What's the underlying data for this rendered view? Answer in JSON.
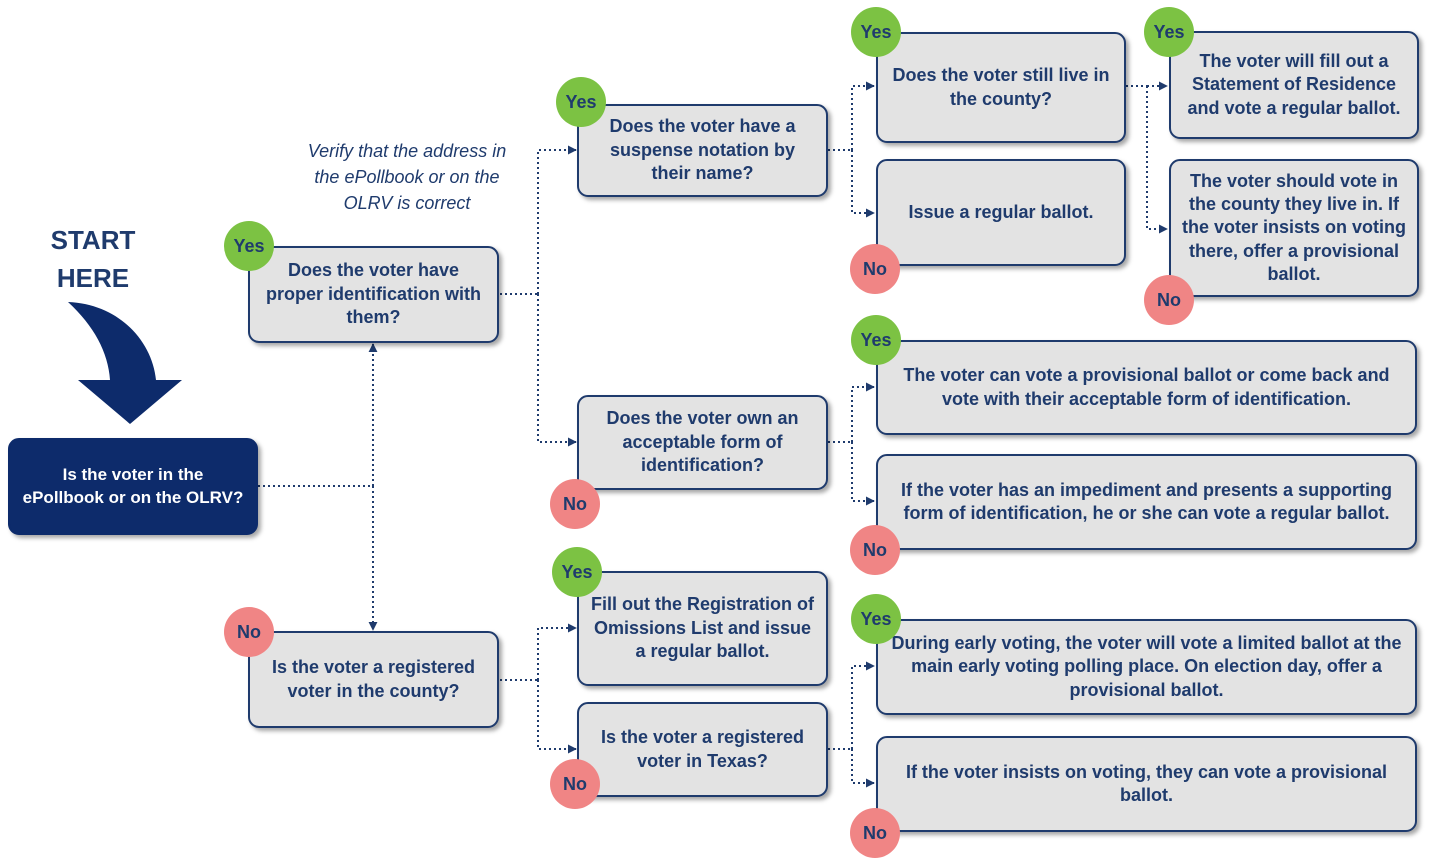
{
  "start_label": "START HERE",
  "verify_note": "Verify that the address in the ePollbook or on the OLRV is correct",
  "labels": {
    "yes": "Yes",
    "no": "No"
  },
  "colors": {
    "navy": "#1f3b6d",
    "box_fill": "#e3e3e3",
    "start_fill": "#0d2b6b",
    "yes": "#7cc243",
    "no": "#f08585"
  },
  "nodes": {
    "start_q": "Is the voter in the ePollbook or on the OLRV?",
    "proper_id": "Does the voter have proper identification with them?",
    "registered_county": "Is the voter a registered voter in the county?",
    "suspense": "Does the voter have a suspense notation by their name?",
    "own_id": "Does the voter own an acceptable form of identification?",
    "fill_out": "Fill out the Registration of Omissions List and issue a regular ballot.",
    "registered_texas": "Is the voter a registered voter in Texas?",
    "still_live": "Does the voter still live in the county?",
    "issue_regular": "Issue a regular ballot.",
    "statement_residence": "The voter will fill out a Statement of Residence and vote a regular ballot.",
    "vote_county": "The voter should vote in the county they live in. If the voter insists on voting there, offer a provisional ballot.",
    "provisional_or_back": "The voter can vote a provisional ballot or come back and vote with their acceptable form of identification.",
    "impediment": "If the voter has an impediment and presents a supporting form of identification, he or she can vote a regular ballot.",
    "early_voting": "During early voting, the voter will vote a limited ballot at the main early voting polling place. On election day, offer a provisional ballot.",
    "insists": "If the voter insists on voting, they can vote a provisional ballot."
  }
}
